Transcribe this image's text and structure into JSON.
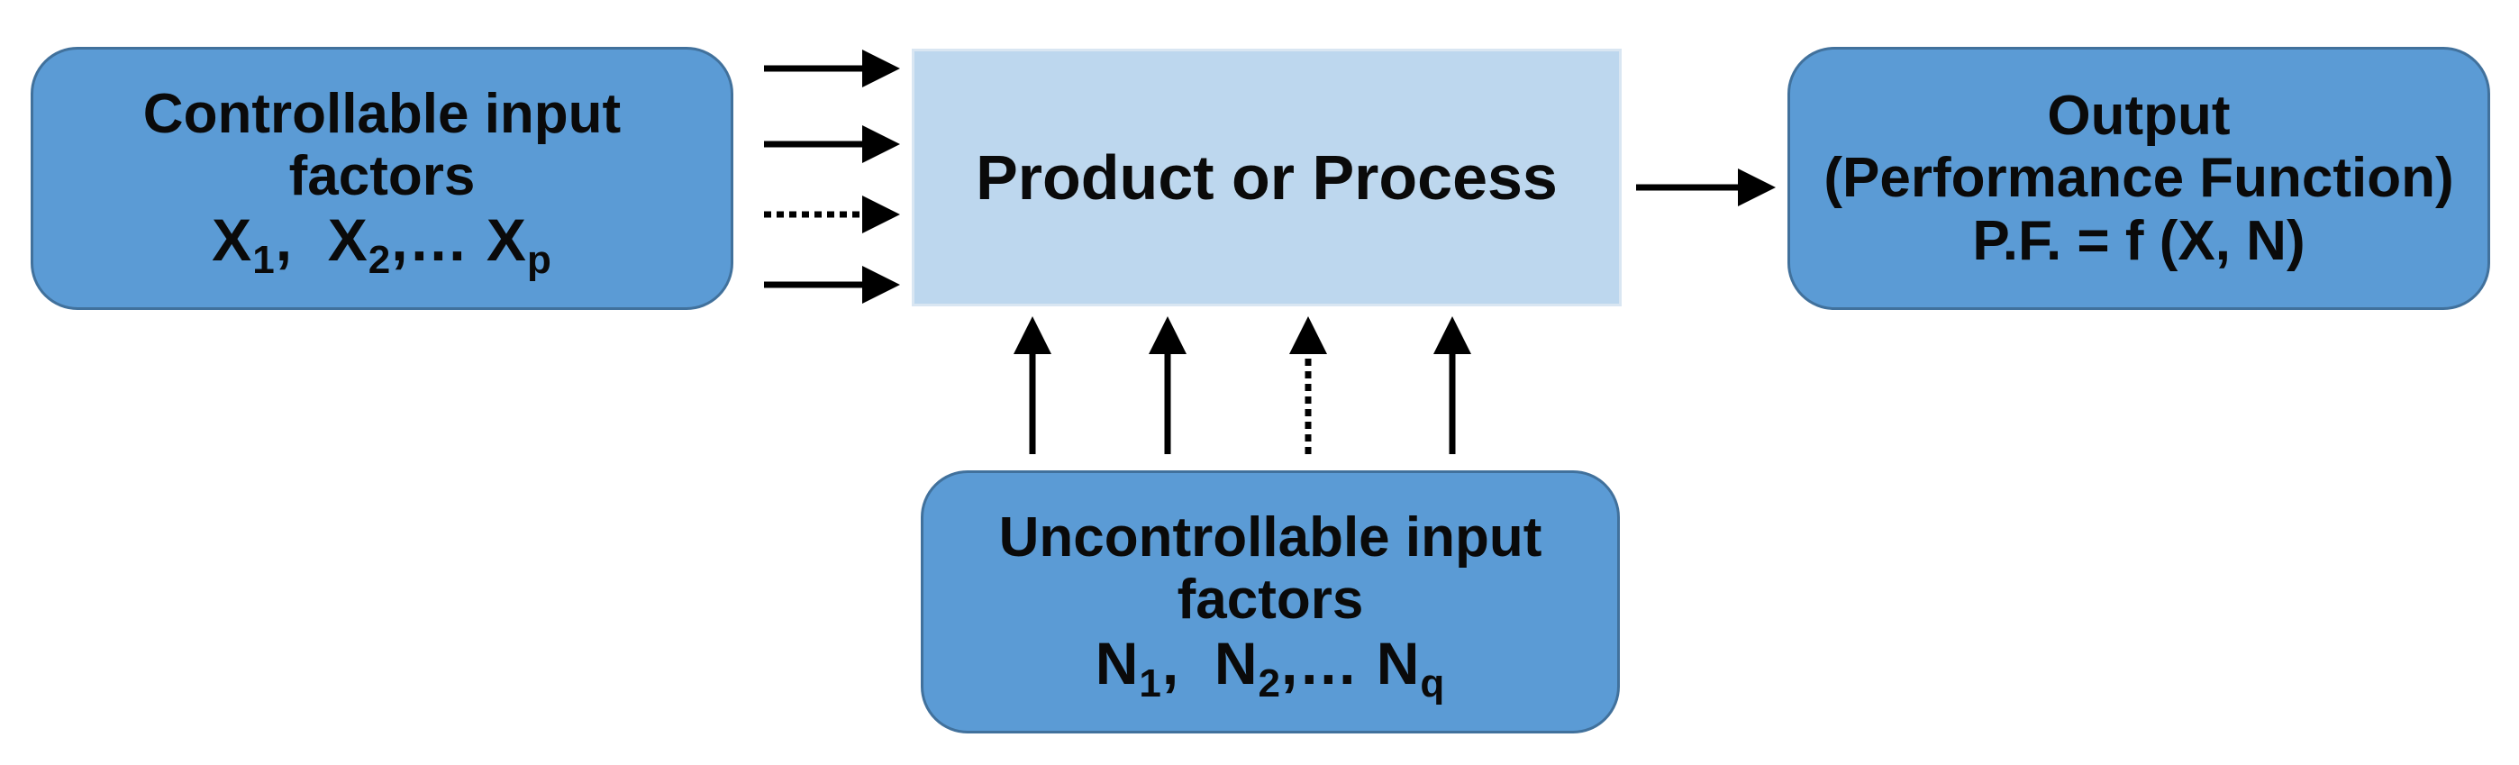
{
  "controllable": {
    "title_line1": "Controllable input",
    "title_line2": "factors",
    "var1": "X",
    "sub1": "1",
    "sep1": ",  ",
    "var2": "X",
    "sub2": "2",
    "sep2": ",… ",
    "var3": "X",
    "sub3": "p"
  },
  "process": {
    "title": "Product or Process"
  },
  "output": {
    "title": "Output",
    "subtitle": "(Performance Function)",
    "formula": "P.F. = f (X, N)"
  },
  "uncontrollable": {
    "title_line1": "Uncontrollable input",
    "title_line2": "factors",
    "var1": "N",
    "sub1": "1",
    "sep1": ",  ",
    "var2": "N",
    "sub2": "2",
    "sep2": ",… ",
    "var3": "N",
    "sub3": "q"
  },
  "colors": {
    "box_fill": "#5b9bd5",
    "box_border": "#41719c",
    "process_fill": "#bdd7ee",
    "arrow": "#000000"
  }
}
